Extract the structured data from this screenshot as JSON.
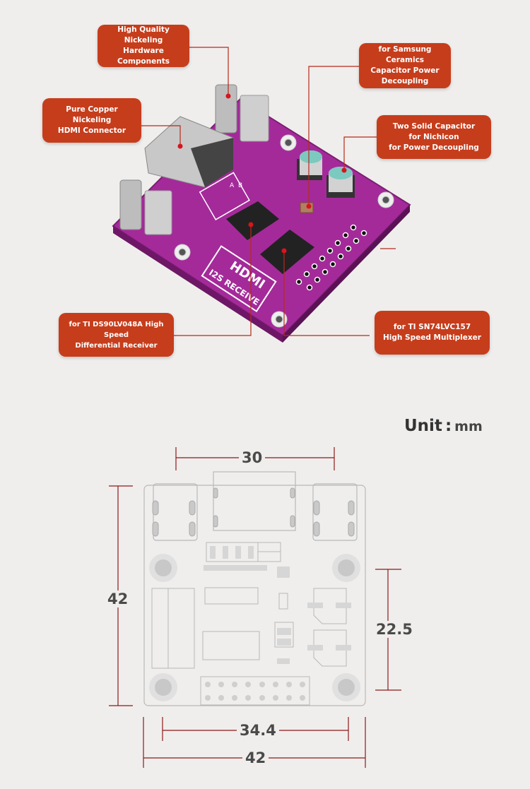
{
  "callouts": [
    {
      "id": "hardware",
      "lines": [
        "High Quality Nickeling",
        "Hardware Components"
      ]
    },
    {
      "id": "hdmi",
      "lines": [
        "Pure Copper Nickeling",
        "HDMI Connector"
      ]
    },
    {
      "id": "ceramic",
      "lines": [
        "for Samsung Ceramics",
        "Capacitor Power",
        "Decoupling"
      ]
    },
    {
      "id": "solid-cap",
      "lines": [
        "Two Solid Capacitor",
        "for Nichicon",
        "for Power Decoupling"
      ]
    },
    {
      "id": "receiver",
      "lines": [
        "for TI DS90LV048A High Speed",
        "Differential Receiver"
      ]
    },
    {
      "id": "multiplexer",
      "lines": [
        "for TI SN74LVC157",
        "High Speed Multiplexer"
      ]
    }
  ],
  "board": {
    "logo_text": "HDMI",
    "subtitle_text": "I2S RECEIVE",
    "jumper_labels": [
      "A",
      "B"
    ]
  },
  "dimensions": {
    "unit_label": "Unit",
    "unit_separator": ":",
    "unit_value": "mm",
    "top_width": "30",
    "left_height": "42",
    "right_height": "22.5",
    "hole_spacing": "34.4",
    "bottom_width": "42"
  },
  "colors": {
    "background": "#f0eeec",
    "callout": "#c63d1c",
    "leader": "#b52a1c",
    "pcb": "#a42a9a",
    "dimension_line": "#8b1a1a",
    "dimension_text": "#4a4a4a"
  }
}
